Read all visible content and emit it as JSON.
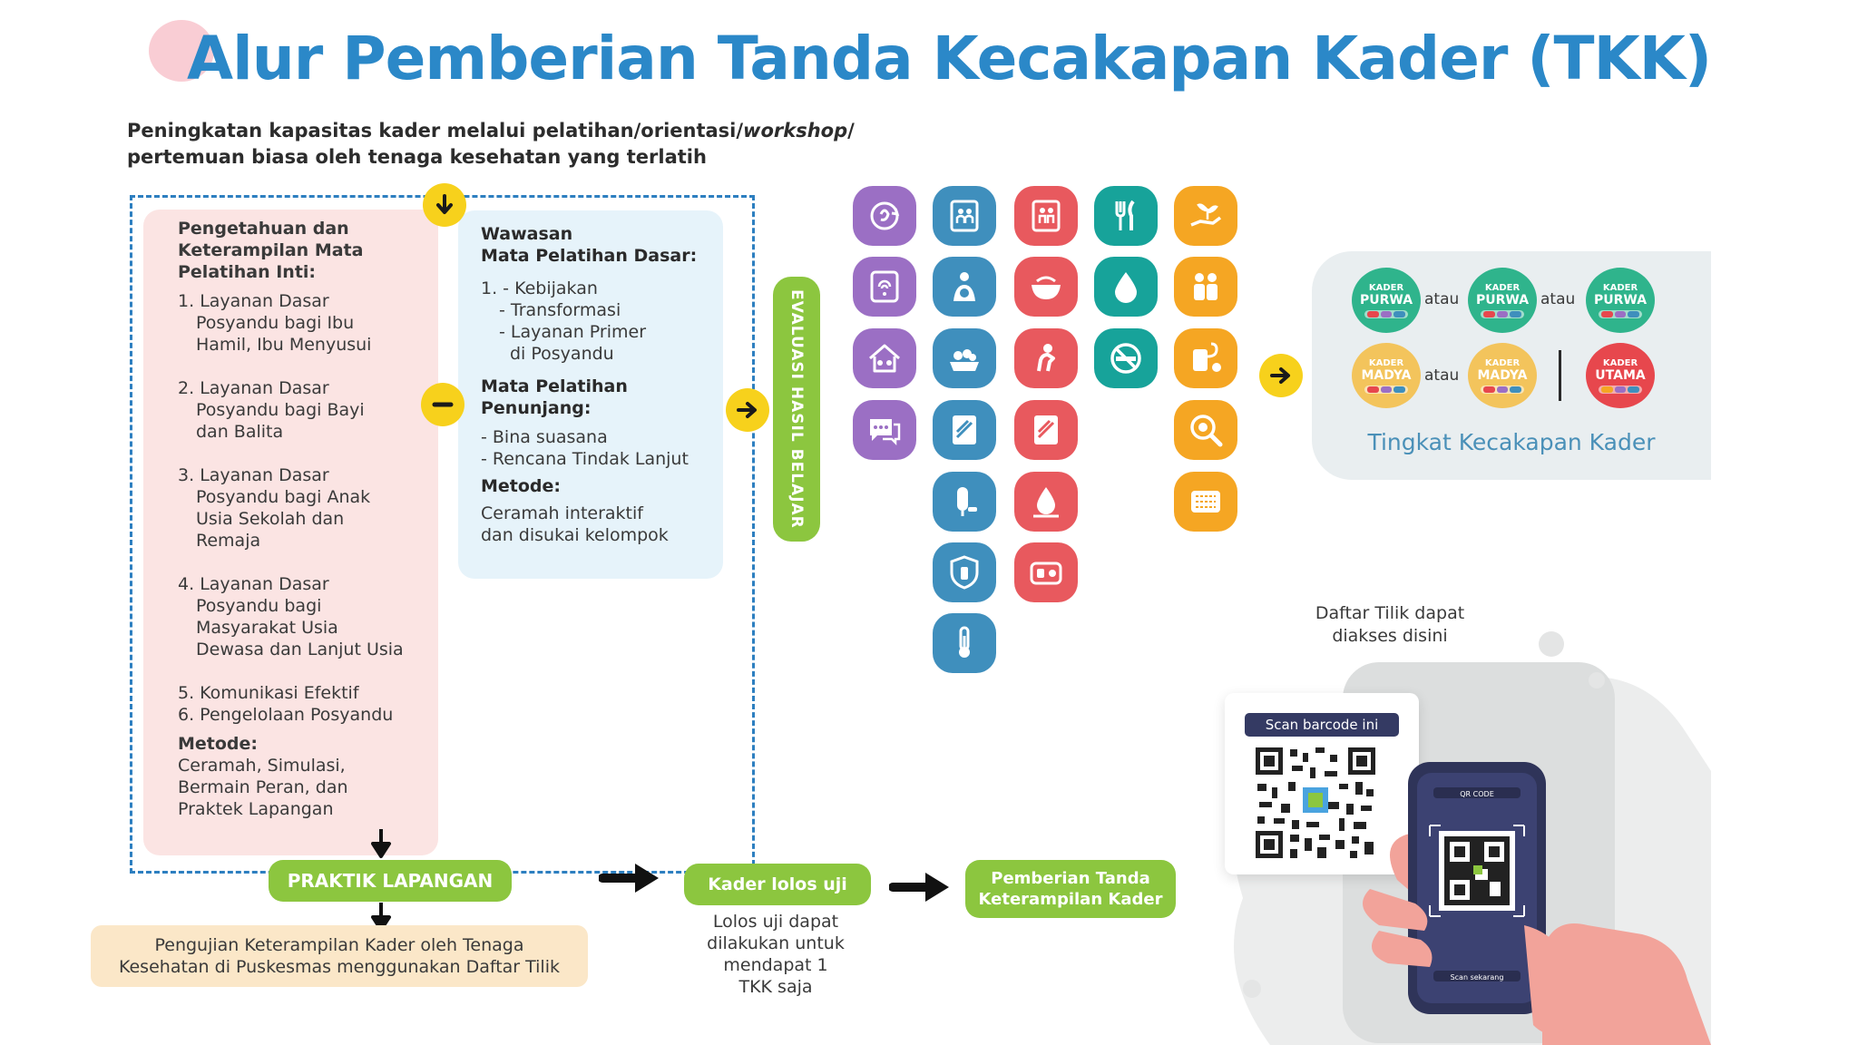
{
  "title": "Alur Pemberian Tanda Kecakapan Kader (TKK)",
  "subtitle": {
    "line1_prefix": "Peningkatan kapasitas kader melalui pelatihan/orientasi/",
    "line1_italic": "workshop",
    "line1_suffix": "/",
    "line2": "pertemuan biasa oleh tenaga kesehatan yang terlatih"
  },
  "core_training": {
    "heading_lines": [
      "Pengetahuan dan",
      "Keterampilan Mata",
      "Pelatihan Inti:"
    ],
    "items": [
      {
        "num": "1.",
        "lines": [
          "Layanan Dasar",
          "Posyandu bagi Ibu",
          "Hamil, Ibu Menyusui"
        ]
      },
      {
        "num": "2.",
        "lines": [
          "Layanan Dasar",
          "Posyandu bagi Bayi",
          "dan Balita"
        ]
      },
      {
        "num": "3.",
        "lines": [
          "Layanan Dasar",
          "Posyandu bagi Anak",
          "Usia Sekolah dan",
          "Remaja"
        ]
      },
      {
        "num": "4.",
        "lines": [
          "Layanan Dasar",
          "Posyandu bagi",
          "Masyarakat Usia",
          "Dewasa dan Lanjut Usia"
        ]
      }
    ],
    "items_short": [
      "5. Komunikasi Efektif",
      "6. Pengelolaan Posyandu"
    ],
    "method_heading": "Metode:",
    "method_lines": [
      "Ceramah, Simulasi,",
      "Bermain Peran, dan",
      "Praktek Lapangan"
    ]
  },
  "basic_training": {
    "heading_lines": [
      "Wawasan",
      "Mata Pelatihan Dasar:"
    ],
    "items": [
      "1. - Kebijakan",
      "- Transformasi",
      "- Layanan Primer",
      "di  Posyandu"
    ],
    "support_heading_lines": [
      "Mata Pelatihan",
      "Penunjang:"
    ],
    "support_items": [
      "- Bina suasana",
      "- Rencana Tindak Lanjut"
    ],
    "method_heading": "Metode:",
    "method_lines": [
      "Ceramah interaktif",
      "dan disukai kelompok"
    ]
  },
  "evaluation_label": "EVALUASI HASIL BELAJAR",
  "skill_icons": {
    "purple": [
      "pregnancy-cycle-icon",
      "tablet-icon",
      "house-icon",
      "chat-icon"
    ],
    "blue": [
      "book-family-icon",
      "mother-baby-icon",
      "food-tray-icon",
      "booklet-icon",
      "supplement-icon",
      "shield-vaccine-icon",
      "thermometer-icon"
    ],
    "red": [
      "kids-card-icon",
      "bowl-icon",
      "child-crawl-icon",
      "book-icon",
      "blood-drop-icon",
      "medicine-icon"
    ],
    "teal": [
      "utensils-icon",
      "water-drop-icon",
      "no-smoking-icon"
    ],
    "orange": [
      "hand-plant-icon",
      "elderly-icon",
      "blood-pressure-icon",
      "search-icon",
      "mat-icon"
    ]
  },
  "colors": {
    "title_blue": "#2b88c8",
    "green": "#8cc63f",
    "yellow": "#f7d11c",
    "purple": "#9b6fc4",
    "blue": "#3f8fbd",
    "red": "#e8595e",
    "teal": "#17a39a",
    "orange": "#f5a623"
  },
  "levels": {
    "badge_prefix": "KADER",
    "purwa": "PURWA",
    "madya": "MADYA",
    "utama": "UTAMA",
    "or_text": "atau",
    "label": "Tingkat Kecakapan Kader"
  },
  "flow": {
    "field_practice": "PRAKTIK LAPANGAN",
    "test_box_lines": [
      "Pengujian Keterampilan Kader oleh Tenaga",
      "Kesehatan di Puskesmas menggunakan Daftar Tilik"
    ],
    "pass_label": "Kader lolos uji",
    "pass_note_lines": [
      "Lolos uji dapat",
      "dilakukan untuk",
      "mendapat 1",
      "TKK saja"
    ],
    "award_lines": [
      "Pemberian Tanda",
      "Keterampilan Kader"
    ]
  },
  "checklist": {
    "caption_lines": [
      "Daftar Tilik dapat",
      "diakses disini"
    ],
    "scan_label": "Scan barcode ini",
    "phone_top": "QR CODE",
    "phone_bottom": "Scan sekarang"
  }
}
